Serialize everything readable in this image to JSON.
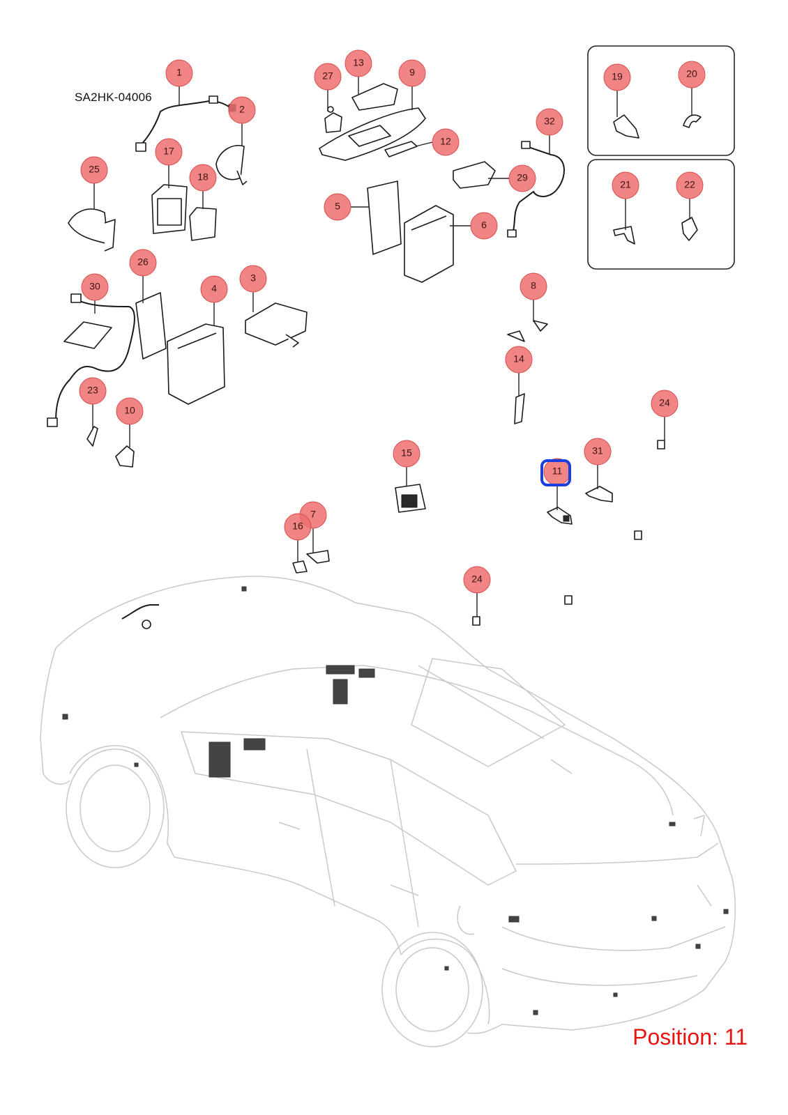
{
  "diagram": {
    "code": "SA2HK-04006",
    "position_text": "Position: 11",
    "highlighted_callout": "11",
    "callouts": [
      "1",
      "2",
      "3",
      "4",
      "5",
      "6",
      "7",
      "8",
      "9",
      "10",
      "11",
      "12",
      "13",
      "14",
      "15",
      "16",
      "17",
      "18",
      "19",
      "20",
      "21",
      "22",
      "23",
      "24",
      "24",
      "25",
      "26",
      "27",
      "29",
      "30",
      "31",
      "32"
    ]
  },
  "colors": {
    "callout_fill": "#ee6e6e",
    "highlight": "#1a3fe0",
    "position_text": "#e8140f",
    "car_outline": "#c8c8c8"
  }
}
